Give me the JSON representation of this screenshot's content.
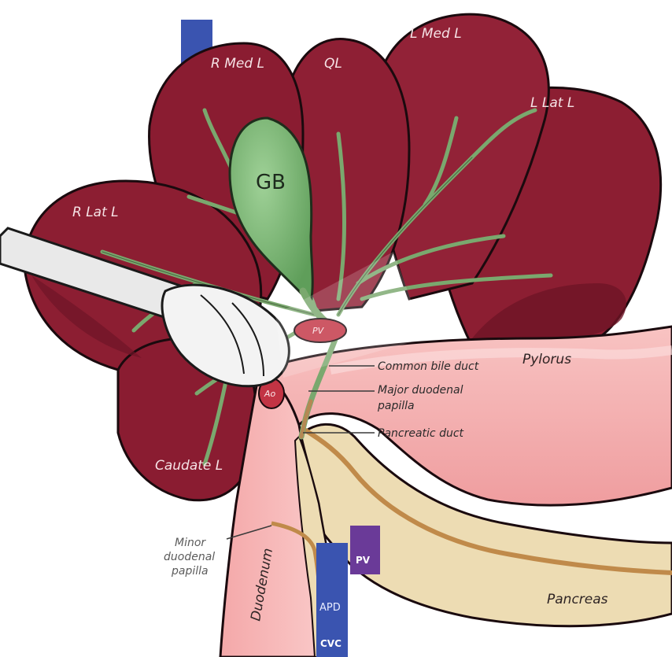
{
  "labels": {
    "r_med_l": "R Med L",
    "ql": "QL",
    "l_med_l": "L Med L",
    "l_lat_l": "L Lat L",
    "r_lat_l": "R Lat L",
    "caudate_l": "Caudate L",
    "gb": "GB",
    "pv_inner": "PV",
    "ao": "Ao",
    "pylorus": "Pylorus",
    "common_bile_duct": "Common bile duct",
    "major_papilla_1": "Major duodenal",
    "major_papilla_2": "papilla",
    "pancreatic_duct": "Pancreatic duct",
    "minor_papilla_1": "Minor",
    "minor_papilla_2": "duodenal",
    "minor_papilla_3": "papilla",
    "duodenum": "Duodenum",
    "apd": "APD",
    "cvc": "CVC",
    "pv_bar": "PV",
    "pancreas": "Pancreas"
  },
  "colors": {
    "liver": "#8c1e32",
    "liver_dark": "#6e1426",
    "gall_bladder": "#7fb878",
    "bile_duct": "#7aa86e",
    "stomach": "#f4b4b4",
    "pancreas": "#eddcb3",
    "pancreatic_duct": "#c08a4a",
    "vein_blue": "#3a54b0",
    "portal_purple": "#6a3a98",
    "vessel_red": "#c23444"
  }
}
